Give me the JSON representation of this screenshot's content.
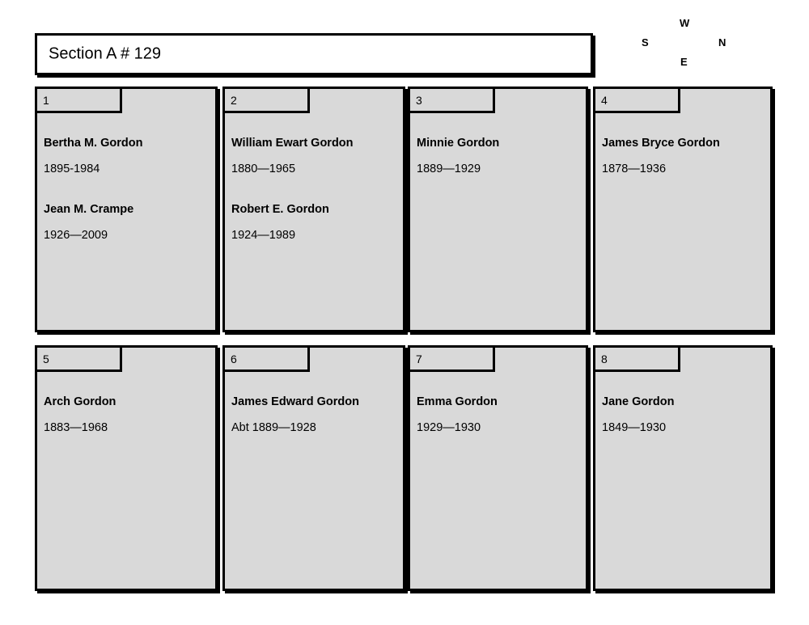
{
  "header": {
    "section_title": "Section A # 129"
  },
  "compass": {
    "top": "W",
    "left": "S",
    "right": "N",
    "bottom": "E"
  },
  "plots": [
    {
      "number": "1",
      "burials": [
        {
          "name": "Bertha M. Gordon",
          "dates": "1895-1984"
        },
        {
          "name": "Jean M. Crampe",
          "dates": "1926—2009"
        }
      ]
    },
    {
      "number": "2",
      "burials": [
        {
          "name": "William Ewart Gordon",
          "dates": "1880—1965"
        },
        {
          "name": "Robert E. Gordon",
          "dates": "1924—1989"
        }
      ]
    },
    {
      "number": "3",
      "burials": [
        {
          "name": "Minnie Gordon",
          "dates": "1889—1929"
        }
      ]
    },
    {
      "number": "4",
      "burials": [
        {
          "name": "James Bryce Gordon",
          "dates": "1878—1936"
        }
      ]
    },
    {
      "number": "5",
      "burials": [
        {
          "name": "Arch Gordon",
          "dates": "1883—1968"
        }
      ]
    },
    {
      "number": "6",
      "burials": [
        {
          "name": "James Edward Gordon",
          "dates": "Abt 1889—1928"
        }
      ]
    },
    {
      "number": "7",
      "burials": [
        {
          "name": "Emma Gordon",
          "dates": "1929—1930"
        }
      ]
    },
    {
      "number": "8",
      "burials": [
        {
          "name": "Jane Gordon",
          "dates": "1849—1930"
        }
      ]
    }
  ],
  "colors": {
    "plot_fill": "#d9d9d9",
    "border": "#000000",
    "page_background": "#ffffff"
  }
}
